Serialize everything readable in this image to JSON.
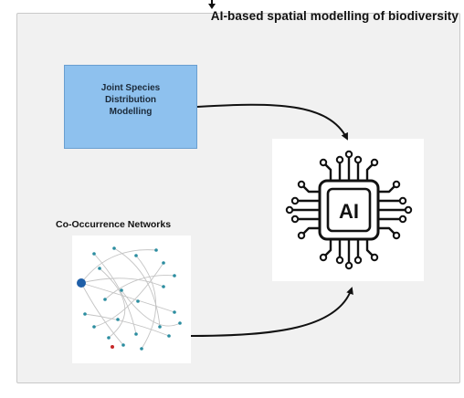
{
  "diagram": {
    "title": "AI-based spatial modelling of biodiversity",
    "jsdm_box": {
      "label": "Joint Species Distribution Modelling"
    },
    "network": {
      "label": "Co-Occurrence Networks"
    },
    "ai_chip": {
      "label": "AI"
    }
  },
  "colors": {
    "box_fill": "#8ec1ee",
    "node_teal": "#2b8da0",
    "node_large": "#1f5fa8",
    "node_red": "#c62828",
    "edge": "#bdbdbd",
    "arrow": "#111111",
    "chip": "#111111"
  },
  "icons": [
    "ai-chip-icon",
    "network-graph-icon",
    "arrow-icon"
  ]
}
